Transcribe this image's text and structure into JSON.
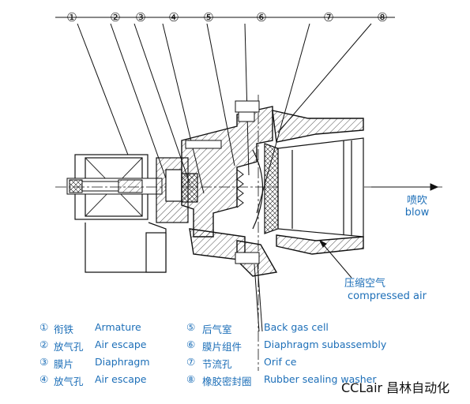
{
  "callouts": [
    "①",
    "②",
    "③",
    "④",
    "⑤",
    "⑥",
    "⑦",
    "⑧"
  ],
  "flow": {
    "blow_cn": "喷吹",
    "blow_en": "blow",
    "air_cn": "压缩空气",
    "air_en": "compressed air"
  },
  "legend": [
    {
      "num": "①",
      "cn": "衔铁",
      "en": "Armature"
    },
    {
      "num": "②",
      "cn": "放气孔",
      "en": "Air escape"
    },
    {
      "num": "③",
      "cn": "膜片",
      "en": "Diaphragm"
    },
    {
      "num": "④",
      "cn": "放气孔",
      "en": "Air escape"
    },
    {
      "num": "⑤",
      "cn": "后气室",
      "en": "Back gas cell"
    },
    {
      "num": "⑥",
      "cn": "膜片组件",
      "en": "Diaphragm subassembly"
    },
    {
      "num": "⑦",
      "cn": "节流孔",
      "en": "Orif ce"
    },
    {
      "num": "⑧",
      "cn": "橡胶密封圈",
      "en": "Rubber sealing washer"
    }
  ],
  "brand": "CCLair 昌林自动化",
  "colors": {
    "label": "#1d6fb8",
    "line": "#111111"
  }
}
